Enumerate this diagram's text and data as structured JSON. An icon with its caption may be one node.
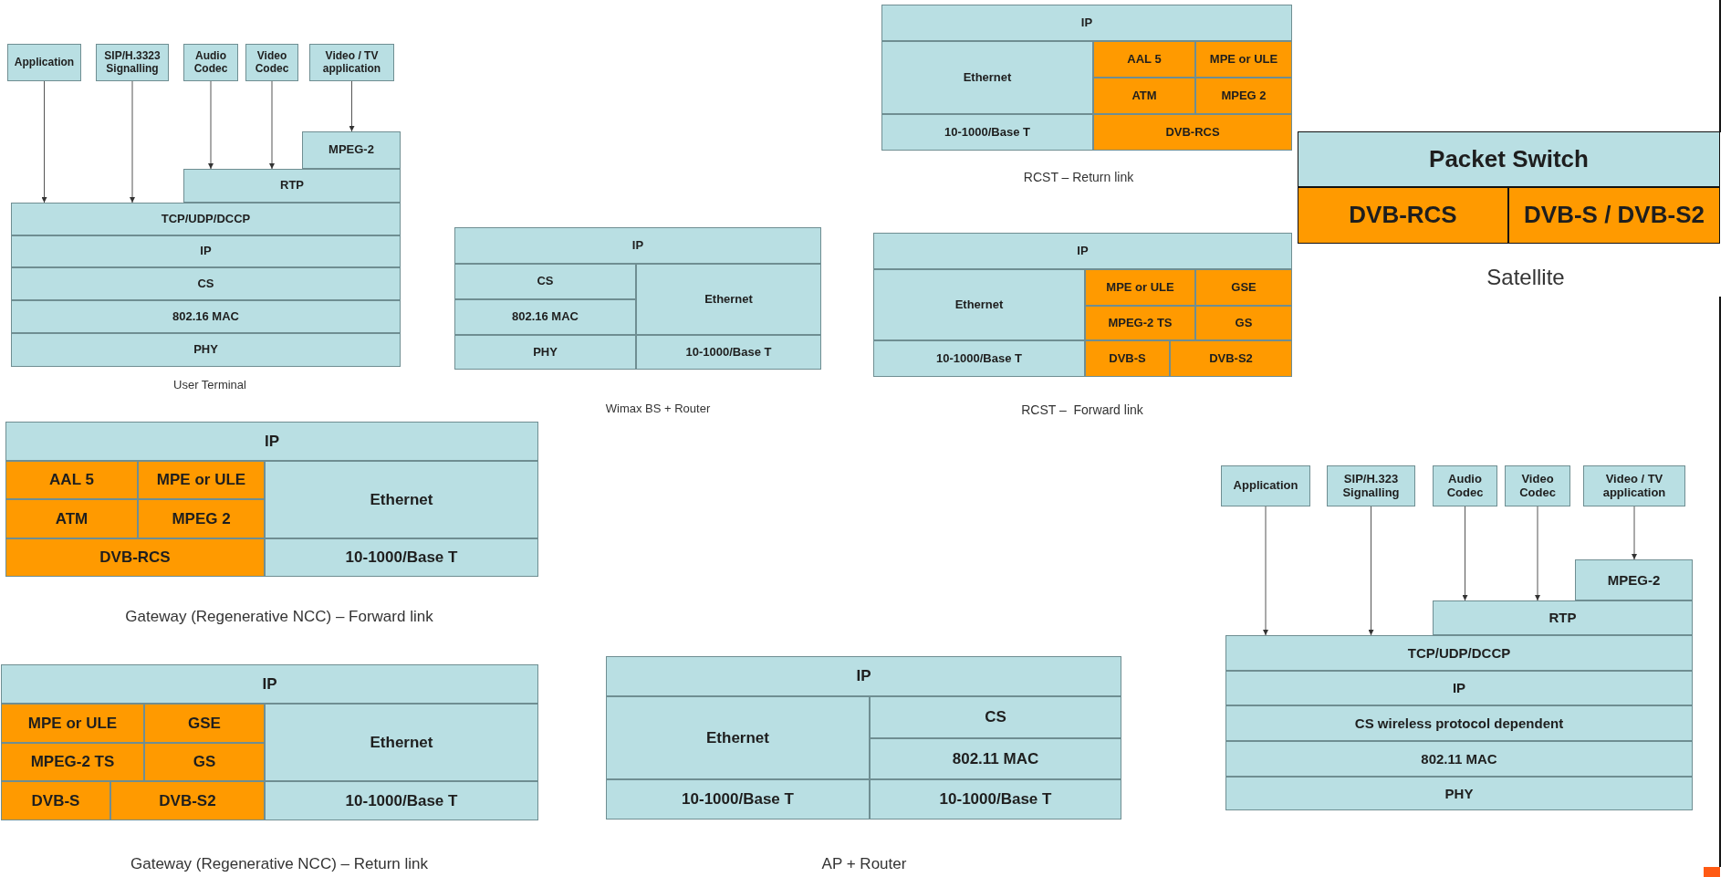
{
  "diagram": {
    "nodes": [
      {
        "text": [
          "Application"
        ]
      },
      {
        "text": [
          "SIP/H.3323 Signalling"
        ]
      },
      {
        "text": [
          "Audio Codec"
        ]
      },
      {
        "text": [
          "Video Codec"
        ]
      },
      {
        "text": [
          "Video / TV application"
        ]
      },
      {
        "text": [
          "MPEG-2"
        ]
      },
      {
        "text": [
          "RTP"
        ]
      },
      {
        "text": [
          "TCP/UDP/DCCP"
        ]
      },
      {
        "text": [
          "IP"
        ]
      },
      {
        "text": [
          "CS"
        ]
      },
      {
        "text": [
          "802.16 MAC"
        ]
      },
      {
        "text": [
          "PHY"
        ]
      },
      {
        "text": [
          "IP"
        ]
      },
      {
        "text": [
          "Ethernet"
        ]
      },
      {
        "text": [
          "AAL 5"
        ]
      },
      {
        "text": [
          "MPE or ULE"
        ]
      },
      {
        "text": [
          "ATM"
        ]
      },
      {
        "text": [
          "MPEG 2"
        ]
      },
      {
        "text": [
          "10-1000/Base T"
        ]
      },
      {
        "text": [
          "DVB-RCS"
        ]
      },
      {
        "text": [
          "Packet Switch"
        ]
      },
      {
        "text": [
          "DVB-RCS"
        ]
      },
      {
        "text": [
          "DVB-S / DVB-S2"
        ]
      },
      {
        "text": [
          "IP"
        ]
      },
      {
        "text": [
          "CS"
        ]
      },
      {
        "text": [
          "Ethernet"
        ]
      },
      {
        "text": [
          "802.16 MAC"
        ]
      },
      {
        "text": [
          "PHY"
        ]
      },
      {
        "text": [
          "10-1000/Base T"
        ]
      },
      {
        "text": [
          "IP"
        ]
      },
      {
        "text": [
          "Ethernet"
        ]
      },
      {
        "text": [
          "MPE or ULE"
        ]
      },
      {
        "text": [
          "GSE"
        ]
      },
      {
        "text": [
          "MPEG-2 TS"
        ]
      },
      {
        "text": [
          "GS"
        ]
      },
      {
        "text": [
          "10-1000/Base T"
        ]
      },
      {
        "text": [
          "DVB-S"
        ]
      },
      {
        "text": [
          "DVB-S2"
        ]
      },
      {
        "text": [
          "IP"
        ]
      },
      {
        "text": [
          "AAL 5"
        ]
      },
      {
        "text": [
          "MPE or ULE"
        ]
      },
      {
        "text": [
          "Ethernet"
        ]
      },
      {
        "text": [
          "ATM"
        ]
      },
      {
        "text": [
          "MPEG 2"
        ]
      },
      {
        "text": [
          "DVB-RCS"
        ]
      },
      {
        "text": [
          "10-1000/Base T"
        ]
      },
      {
        "text": [
          "Application"
        ]
      },
      {
        "text": [
          "SIP/H.323 Signalling"
        ]
      },
      {
        "text": [
          "Audio Codec"
        ]
      },
      {
        "text": [
          "Video Codec"
        ]
      },
      {
        "text": [
          "Video / TV application"
        ]
      },
      {
        "text": [
          "MPEG-2"
        ]
      },
      {
        "text": [
          "RTP"
        ]
      },
      {
        "text": [
          "TCP/UDP/DCCP"
        ]
      },
      {
        "text": [
          "IP"
        ]
      },
      {
        "text": [
          "CS wireless protocol dependent"
        ]
      },
      {
        "text": [
          "802.11 MAC"
        ]
      },
      {
        "text": [
          "PHY"
        ]
      },
      {
        "text": [
          "IP"
        ]
      },
      {
        "text": [
          "MPE or ULE"
        ]
      },
      {
        "text": [
          "GSE"
        ]
      },
      {
        "text": [
          "Ethernet"
        ]
      },
      {
        "text": [
          "MPEG-2 TS"
        ]
      },
      {
        "text": [
          "GS"
        ]
      },
      {
        "text": [
          "DVB-S"
        ]
      },
      {
        "text": [
          "DVB-S2"
        ]
      },
      {
        "text": [
          "10-1000/Base T"
        ]
      },
      {
        "text": [
          "IP"
        ]
      },
      {
        "text": [
          "Ethernet"
        ]
      },
      {
        "text": [
          "CS"
        ]
      },
      {
        "text": [
          "802.11 MAC"
        ]
      },
      {
        "text": [
          "10-1000/Base T"
        ]
      },
      {
        "text": [
          "10-1000/Base T"
        ]
      }
    ],
    "edges": [
      {
        "from": 0,
        "to": 7,
        "arrow": "to"
      },
      {
        "from": 1,
        "to": 7,
        "arrow": "to"
      },
      {
        "from": 2,
        "to": 6,
        "arrow": "to"
      },
      {
        "from": 3,
        "to": 6,
        "arrow": "to"
      },
      {
        "from": 4,
        "to": 5,
        "arrow": "to"
      },
      {
        "from": 46,
        "to": 53,
        "arrow": "to"
      },
      {
        "from": 47,
        "to": 53,
        "arrow": "to"
      },
      {
        "from": 48,
        "to": 52,
        "arrow": "to"
      },
      {
        "from": 49,
        "to": 52,
        "arrow": "to"
      },
      {
        "from": 50,
        "to": 51,
        "arrow": "to"
      }
    ],
    "labels": [
      "User Terminal",
      "RCST – Return link",
      "Satellite",
      "Wimax BS + Router",
      "RCST –  Forward link",
      "Gateway (Regenerative NCC) – Forward link",
      "Gateway (Regenerative NCC) – Return link",
      "AP + Router"
    ]
  }
}
